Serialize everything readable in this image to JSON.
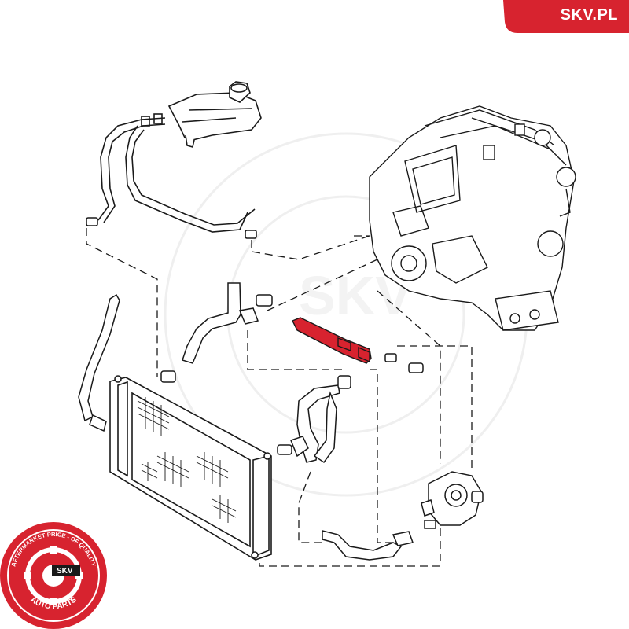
{
  "brand": {
    "banner_text": "SKV.PL",
    "banner_color": "#d7232f"
  },
  "seal": {
    "arc_text": "AFTERMARKET PRICE - OF QUALITY",
    "center_text": "SKV",
    "bottom_text": "AUTO PARTS",
    "color": "#d7232f"
  },
  "watermark": {
    "text": "SKV",
    "color": "#cfcfcf"
  },
  "diagram": {
    "line_color": "#1a1a1a",
    "highlight_color": "#d7232f",
    "highlighted_part": "coolant-pipe"
  }
}
